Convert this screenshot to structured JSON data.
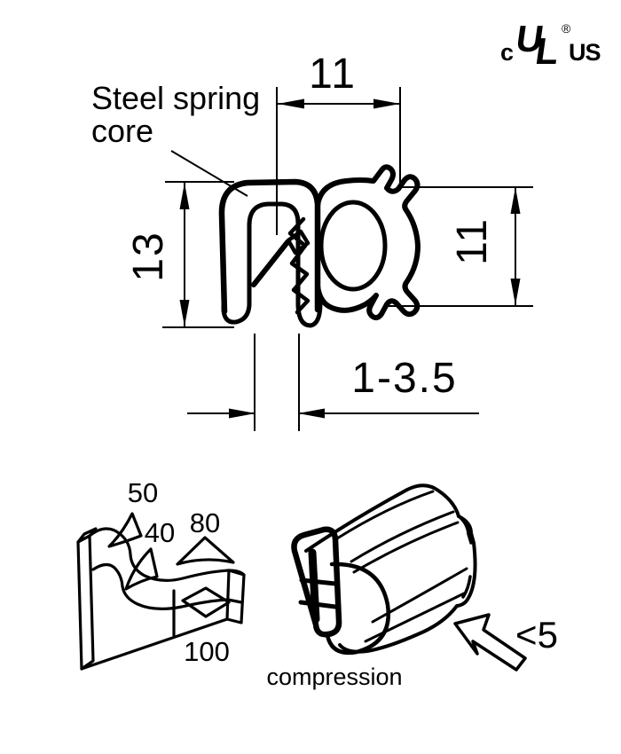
{
  "colors": {
    "ink": "#000000",
    "paper": "#ffffff"
  },
  "certification_mark": {
    "c_label": "c",
    "u_letter": "U",
    "l_letter": "L",
    "registered_symbol": "®",
    "us_label": "US"
  },
  "cross_section": {
    "callout_steel_core": "Steel spring core",
    "dim_bulb_width": "11",
    "dim_clamp_height": "13",
    "dim_bulb_height": "11",
    "dim_grip_range": "1-3.5"
  },
  "bend_radius_view": {
    "radius_top": "50",
    "radius_inner": "40",
    "radius_up": "80",
    "radius_down": "100"
  },
  "compression_view": {
    "caption": "compression",
    "compression_value": "<5"
  }
}
